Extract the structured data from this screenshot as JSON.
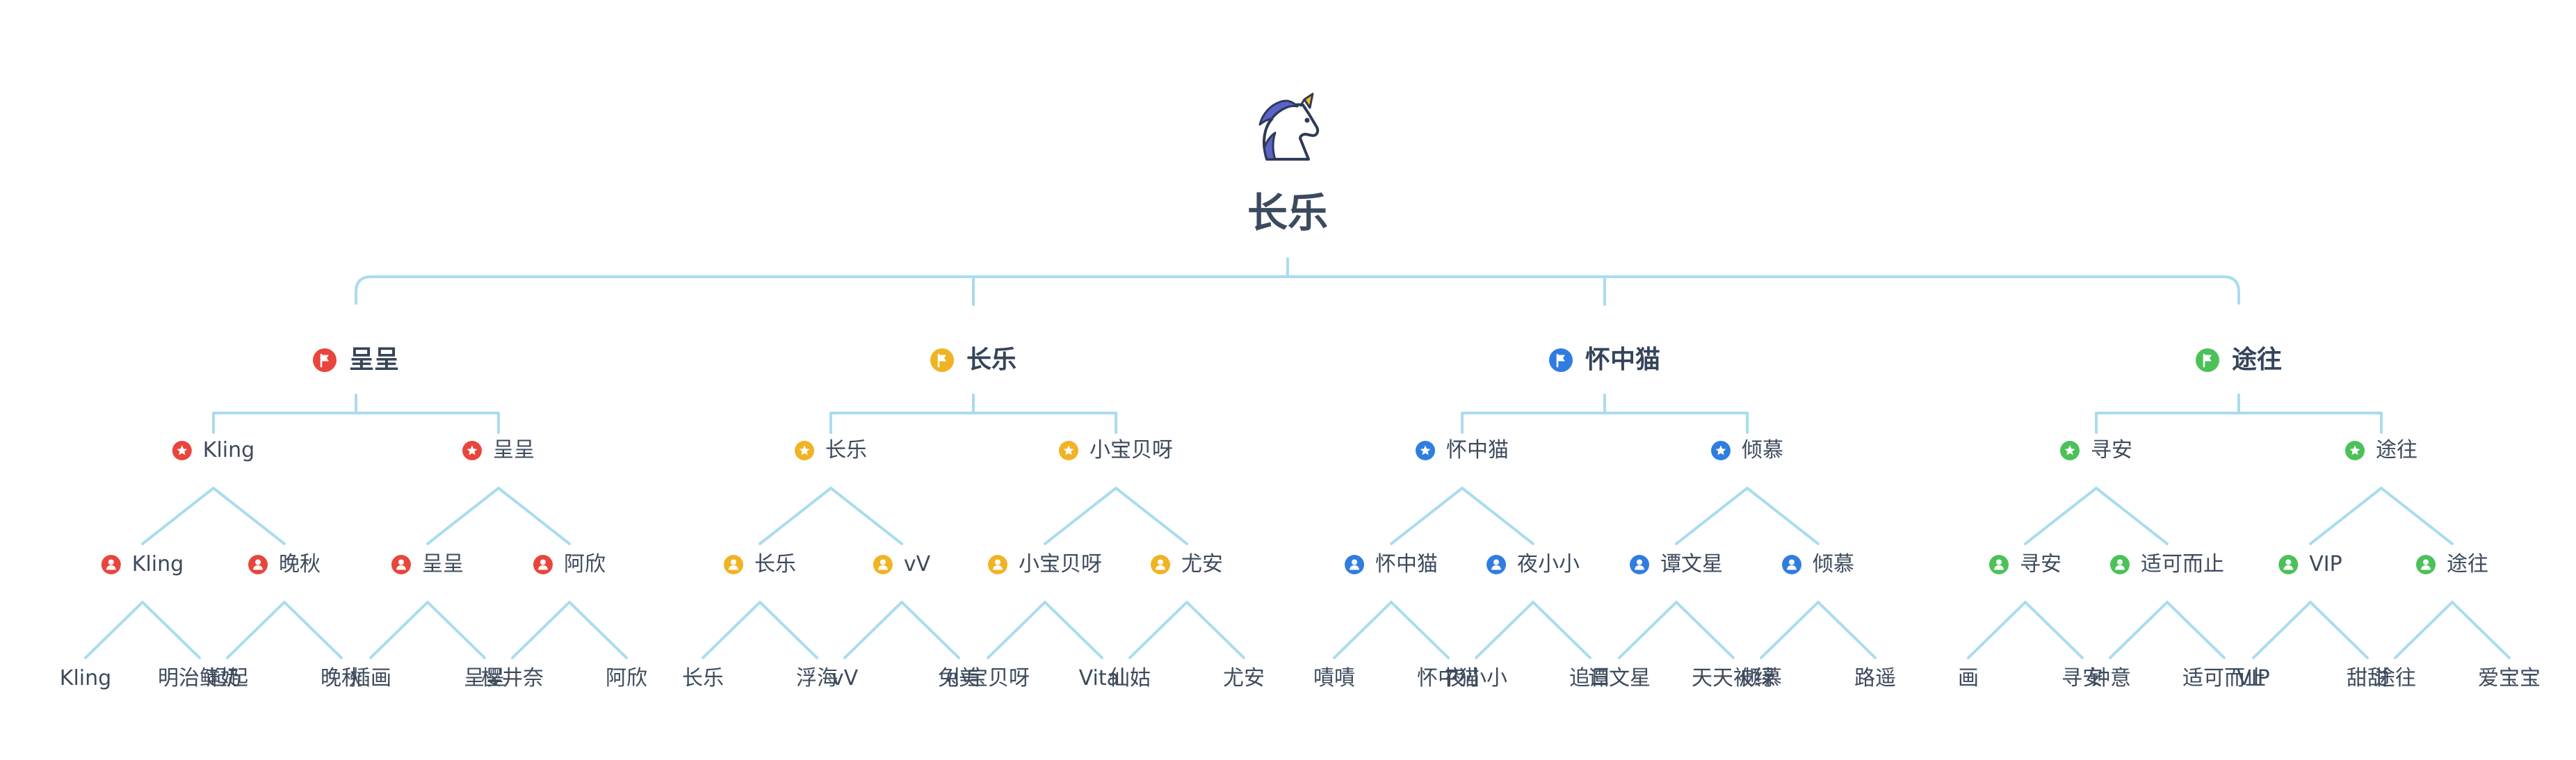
{
  "colors": {
    "line": "#a9dcee",
    "red": "#e8453c",
    "yellow": "#f0b323",
    "blue": "#2f7de1",
    "green": "#4cc159"
  },
  "root": {
    "label": "长乐",
    "icon": "unicorn-icon"
  },
  "groups": [
    {
      "label": "呈呈",
      "color": "red",
      "icon": "flag-icon",
      "children": [
        {
          "label": "Kling",
          "icon": "star-icon",
          "children": [
            {
              "label": "Kling",
              "icon": "user-icon",
              "children": [
                "Kling",
                "明治鲜奶"
              ]
            },
            {
              "label": "晚秋",
              "icon": "user-icon",
              "children": [
                "起起",
                "晚秋"
              ]
            }
          ]
        },
        {
          "label": "呈呈",
          "icon": "star-icon",
          "children": [
            {
              "label": "呈呈",
              "icon": "user-icon",
              "children": [
                "插画",
                "呈呈"
              ]
            },
            {
              "label": "阿欣",
              "icon": "user-icon",
              "children": [
                "樱井奈",
                "阿欣"
              ]
            }
          ]
        }
      ]
    },
    {
      "label": "长乐",
      "color": "yellow",
      "icon": "flag-icon",
      "children": [
        {
          "label": "长乐",
          "icon": "star-icon",
          "children": [
            {
              "label": "长乐",
              "icon": "user-icon",
              "children": [
                "长乐",
                "浮海"
              ]
            },
            {
              "label": "vV",
              "icon": "user-icon",
              "children": [
                "vV",
                "兔美"
              ]
            }
          ]
        },
        {
          "label": "小宝贝呀",
          "icon": "star-icon",
          "children": [
            {
              "label": "小宝贝呀",
              "icon": "user-icon",
              "children": [
                "小宝贝呀",
                "Vital"
              ]
            },
            {
              "label": "尤安",
              "icon": "user-icon",
              "children": [
                "仙姑",
                "尤安"
              ]
            }
          ]
        }
      ]
    },
    {
      "label": "怀中猫",
      "color": "blue",
      "icon": "flag-icon",
      "children": [
        {
          "label": "怀中猫",
          "icon": "star-icon",
          "children": [
            {
              "label": "怀中猫",
              "icon": "user-icon",
              "children": [
                "嘖嘖",
                "怀中猫"
              ]
            },
            {
              "label": "夜小小",
              "icon": "user-icon",
              "children": [
                "夜小小",
                "追日"
              ]
            }
          ]
        },
        {
          "label": "倾慕",
          "icon": "star-icon",
          "children": [
            {
              "label": "谭文星",
              "icon": "user-icon",
              "children": [
                "谭文星",
                "天天被绿"
              ]
            },
            {
              "label": "倾慕",
              "icon": "user-icon",
              "children": [
                "倾慕",
                "路遥"
              ]
            }
          ]
        }
      ]
    },
    {
      "label": "途往",
      "color": "green",
      "icon": "flag-icon",
      "children": [
        {
          "label": "寻安",
          "icon": "star-icon",
          "children": [
            {
              "label": "寻安",
              "icon": "user-icon",
              "children": [
                "画",
                "寻安"
              ]
            },
            {
              "label": "适可而止",
              "icon": "user-icon",
              "children": [
                "钟意",
                "适可而止"
              ]
            }
          ]
        },
        {
          "label": "途往",
          "icon": "star-icon",
          "children": [
            {
              "label": "VIP",
              "icon": "user-icon",
              "children": [
                "VIP",
                "甜甜"
              ]
            },
            {
              "label": "途往",
              "icon": "user-icon",
              "children": [
                "途往",
                "爱宝宝"
              ]
            }
          ]
        }
      ]
    }
  ]
}
